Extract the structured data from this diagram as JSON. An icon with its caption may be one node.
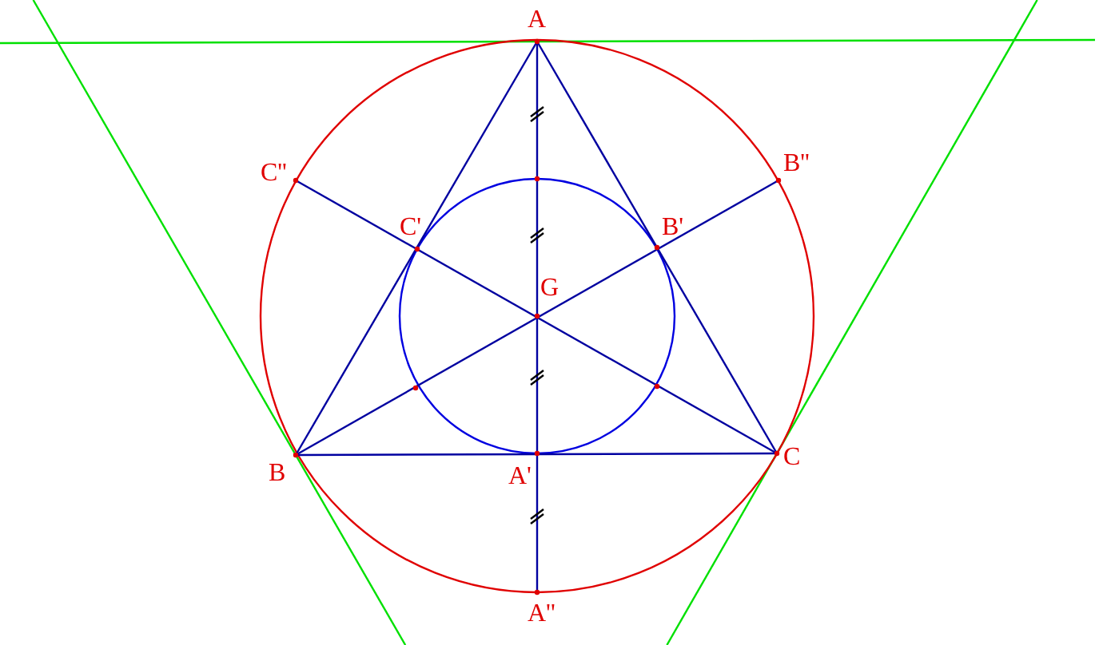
{
  "diagram": {
    "labels": [
      "A",
      "C''",
      "B''",
      "C'",
      "B'",
      "G",
      "B",
      "A'",
      "C",
      "A''"
    ]
  }
}
